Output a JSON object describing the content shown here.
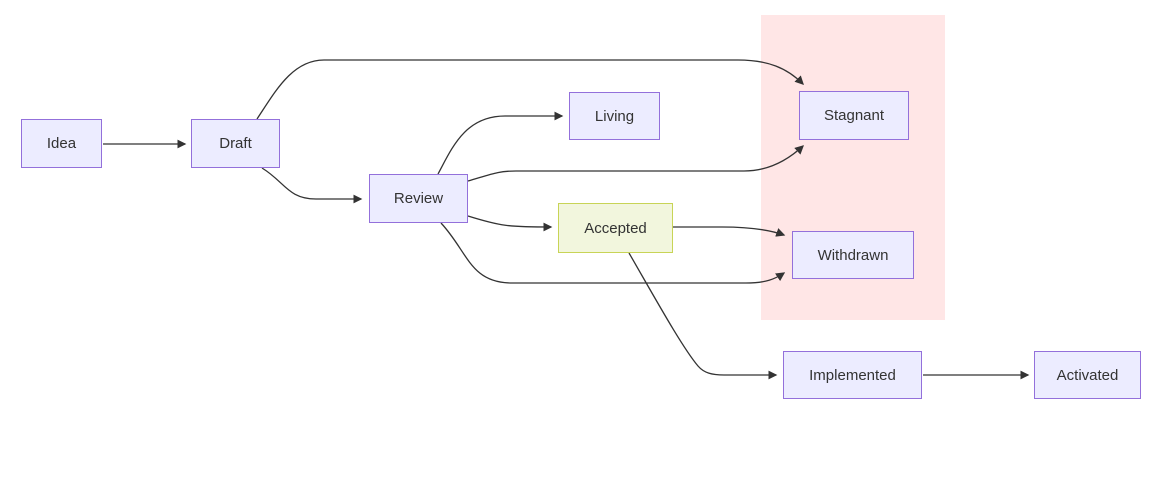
{
  "diagram": {
    "type": "flowchart",
    "direction": "left-to-right",
    "nodes": [
      {
        "id": "idea",
        "label": "Idea"
      },
      {
        "id": "draft",
        "label": "Draft"
      },
      {
        "id": "review",
        "label": "Review"
      },
      {
        "id": "living",
        "label": "Living"
      },
      {
        "id": "stagnant",
        "label": "Stagnant"
      },
      {
        "id": "accepted",
        "label": "Accepted"
      },
      {
        "id": "withdrawn",
        "label": "Withdrawn"
      },
      {
        "id": "implemented",
        "label": "Implemented"
      },
      {
        "id": "activated",
        "label": "Activated"
      }
    ],
    "edges": [
      {
        "from": "Idea",
        "to": "Draft"
      },
      {
        "from": "Draft",
        "to": "Stagnant"
      },
      {
        "from": "Draft",
        "to": "Review"
      },
      {
        "from": "Review",
        "to": "Living"
      },
      {
        "from": "Review",
        "to": "Stagnant"
      },
      {
        "from": "Review",
        "to": "Accepted"
      },
      {
        "from": "Review",
        "to": "Withdrawn"
      },
      {
        "from": "Accepted",
        "to": "Withdrawn"
      },
      {
        "from": "Accepted",
        "to": "Implemented"
      },
      {
        "from": "Implemented",
        "to": "Activated"
      }
    ],
    "highlight_region_contains": [
      "Stagnant",
      "Withdrawn"
    ],
    "colors": {
      "node_fill": "#ececff",
      "node_border": "#9370db",
      "accepted_fill": "#f2f6dd",
      "accepted_border": "#c8d456",
      "highlight_region": "#ffe6e6",
      "edge": "#333333",
      "text": "#333333"
    }
  }
}
